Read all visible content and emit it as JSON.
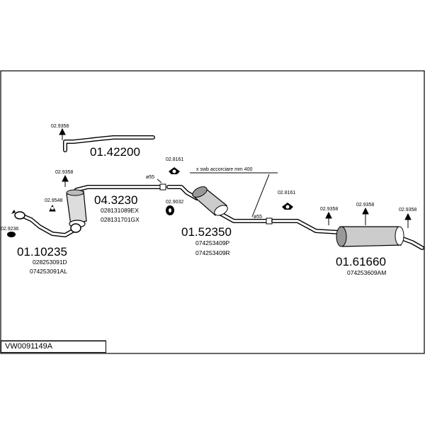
{
  "diagram_code": "VW0091149A",
  "annotation": "x  swb  accorciare  mm  400",
  "diameter_label": "ø55",
  "parts": {
    "p0142200": {
      "number": "01.42200",
      "refs": []
    },
    "p043230": {
      "number": "04.3230",
      "refs": [
        "028131089EX",
        "028131701GX"
      ]
    },
    "p0110235": {
      "number": "01.10235",
      "refs": [
        "028253091D",
        "074253091AL"
      ]
    },
    "p0152350": {
      "number": "01.52350",
      "refs": [
        "074253409P",
        "074253409R"
      ]
    },
    "p0161660": {
      "number": "01.61660",
      "refs": [
        "074253609AM"
      ]
    }
  },
  "fittings": {
    "f1": "02.9358",
    "f2": "02.9358",
    "f3": "02.9548",
    "f4": "02.9236",
    "f5": "02.8161",
    "f6": "02.9032",
    "f7": "02.8161",
    "f8": "02.9358",
    "f9": "02.9358",
    "f10": "02.9358"
  }
}
